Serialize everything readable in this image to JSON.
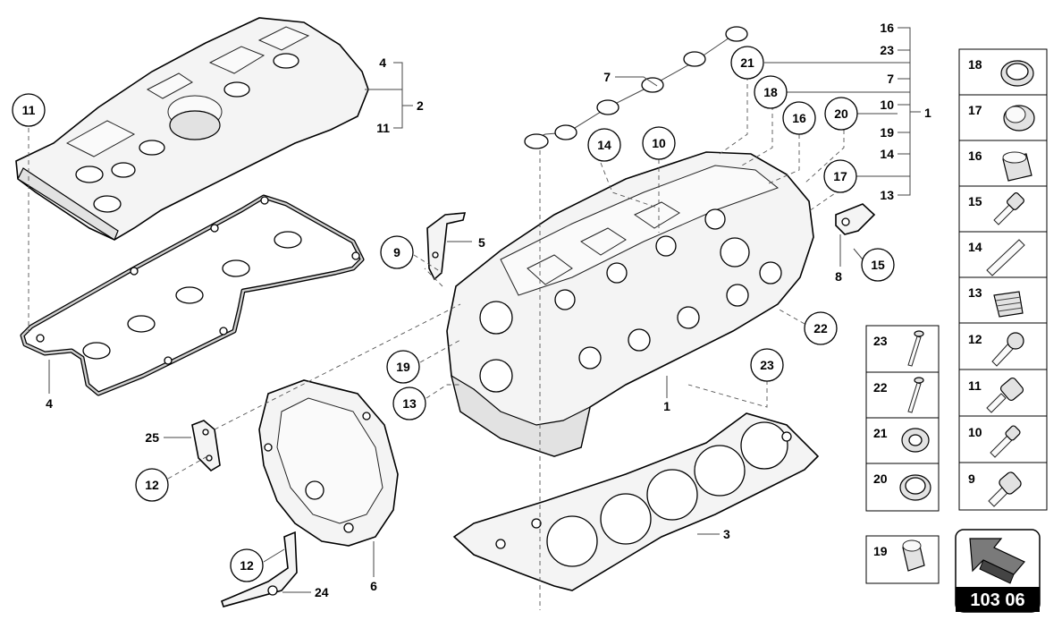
{
  "diagram": {
    "callouts": [
      {
        "id": "c11-cover",
        "text": "11"
      },
      {
        "id": "c21",
        "text": "21"
      },
      {
        "id": "c18",
        "text": "18"
      },
      {
        "id": "c14",
        "text": "14"
      },
      {
        "id": "c10",
        "text": "10"
      },
      {
        "id": "c16",
        "text": "16"
      },
      {
        "id": "c20",
        "text": "20"
      },
      {
        "id": "c17",
        "text": "17"
      },
      {
        "id": "c9",
        "text": "9"
      },
      {
        "id": "c15",
        "text": "15"
      },
      {
        "id": "c22",
        "text": "22"
      },
      {
        "id": "c23",
        "text": "23"
      },
      {
        "id": "c19",
        "text": "19"
      },
      {
        "id": "c13",
        "text": "13"
      },
      {
        "id": "c12a",
        "text": "12"
      },
      {
        "id": "c12b",
        "text": "12"
      }
    ],
    "labels": [
      {
        "id": "l4top",
        "text": "4"
      },
      {
        "id": "l2",
        "text": "2"
      },
      {
        "id": "l11",
        "text": "11"
      },
      {
        "id": "l4",
        "text": "4"
      },
      {
        "id": "l7",
        "text": "7"
      },
      {
        "id": "l5",
        "text": "5"
      },
      {
        "id": "l8",
        "text": "8"
      },
      {
        "id": "l1",
        "text": "1"
      },
      {
        "id": "l25",
        "text": "25"
      },
      {
        "id": "l6",
        "text": "6"
      },
      {
        "id": "l24",
        "text": "24"
      },
      {
        "id": "l3",
        "text": "3"
      }
    ],
    "group_list": {
      "items": [
        "16",
        "23",
        "7",
        "10",
        "19",
        "14",
        "13"
      ],
      "extra_label": "18",
      "extra_callout": "21",
      "group_label": "1"
    },
    "right_column": [
      "18",
      "17",
      "16",
      "15",
      "14",
      "13",
      "12",
      "11",
      "10",
      "9"
    ],
    "middle_column": [
      "23",
      "22",
      "21",
      "20"
    ],
    "single_box": "19",
    "page_ref": "103 06"
  }
}
